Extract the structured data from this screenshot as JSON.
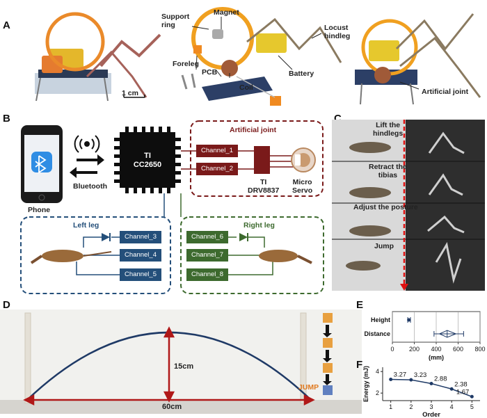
{
  "panel_a": {
    "letter": "A",
    "labels": {
      "support_ring": "Support\nring",
      "magnet": "Magnet",
      "locust_hindleg": "Locust\nhindleg",
      "foreleg": "Foreleg",
      "pcb": "PCB",
      "coil": "Coil",
      "battery": "Battery",
      "artificial_joint": "Artificial joint",
      "scale": "1 cm"
    }
  },
  "panel_b": {
    "letter": "B",
    "phone": "Phone",
    "bluetooth": "Bluetooth",
    "chip": "TI\nCC2650",
    "artificial_joint": {
      "title": "Artificial joint",
      "channels": [
        "Channel_1",
        "Channel_2"
      ],
      "driver": "TI\nDRV8837",
      "servo": "Micro\nServo"
    },
    "left_leg": {
      "title": "Left leg",
      "channels": [
        "Channel_3",
        "Channel_4",
        "Channel_5"
      ]
    },
    "right_leg": {
      "title": "Right leg",
      "channels": [
        "Channel_6",
        "Channel_7",
        "Channel_8"
      ]
    }
  },
  "panel_c": {
    "letter": "C",
    "steps": [
      "Lift the\nhindlegs",
      "Retract the\ntibias",
      "Adjust the posture",
      "Jump"
    ]
  },
  "panel_d": {
    "letter": "D",
    "height_label": "15cm",
    "distance_label": "60cm",
    "jump_label": "JUMP"
  },
  "colors": {
    "joint": "#7a1a1a",
    "left": "#244f7a",
    "right": "#3d6a2e",
    "arc": "#1f3a66",
    "arrow_red": "#b01818"
  },
  "chart_data": [
    {
      "panel": "E",
      "type": "scatter",
      "categories": [
        "Height",
        "Distance"
      ],
      "x_ticks": [
        0,
        200,
        400,
        600,
        800
      ],
      "xlabel": "(mm)",
      "xlim": [
        0,
        800
      ],
      "grid": true,
      "series": [
        {
          "category": "Height",
          "median": 150,
          "min": 140,
          "max": 165
        },
        {
          "category": "Distance",
          "median": 500,
          "q1": 430,
          "q3": 580,
          "min": 380,
          "max": 650
        }
      ]
    },
    {
      "panel": "F",
      "type": "line",
      "x": [
        1,
        2,
        3,
        4,
        5
      ],
      "values": [
        3.27,
        3.23,
        2.88,
        2.38,
        1.67
      ],
      "value_labels": [
        "3.27",
        "3.23",
        "2.88",
        "2.38",
        "1.67"
      ],
      "xlabel": "Order",
      "ylabel": "Energy (mJ)",
      "y_ticks": [
        2,
        4
      ],
      "x_ticks": [
        1,
        2,
        3,
        4,
        5
      ],
      "xlim": [
        0.6,
        5.4
      ],
      "ylim": [
        1.3,
        4.4
      ]
    }
  ]
}
